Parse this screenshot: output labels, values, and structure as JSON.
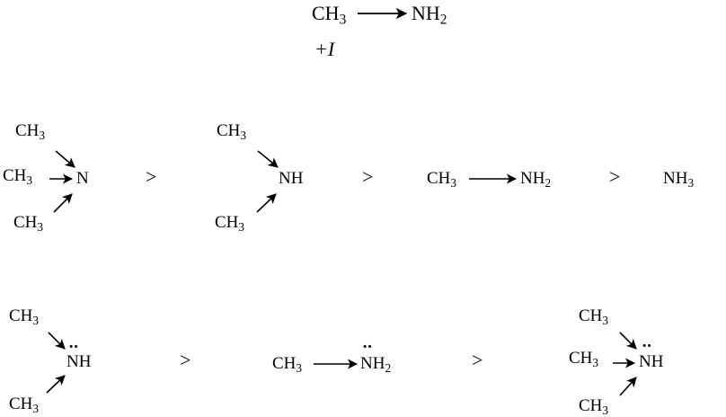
{
  "top": {
    "left_group": "CH",
    "left_sub": "3",
    "right_group": "NH",
    "right_sub": "2",
    "effect_label": "+I"
  },
  "row1": {
    "tertiary": {
      "g1": "CH",
      "g1_sub": "3",
      "g2": "CH",
      "g2_sub": "3",
      "g3": "CH",
      "g3_sub": "3",
      "center": "N"
    },
    "secondary": {
      "g1": "CH",
      "g1_sub": "3",
      "g2": "CH",
      "g2_sub": "3",
      "center": "NH"
    },
    "primary": {
      "group": "CH",
      "group_sub": "3",
      "amine": "NH",
      "amine_sub": "2"
    },
    "ammonia": {
      "text": "NH",
      "sub": "3"
    },
    "gt": ">"
  },
  "row2": {
    "secondary": {
      "g1": "CH",
      "g1_sub": "3",
      "g2": "CH",
      "g2_sub": "3",
      "center": "NH",
      "lone_pair": "··"
    },
    "primary": {
      "group": "CH",
      "group_sub": "3",
      "amine": "NH",
      "amine_sub": "2",
      "lone_pair": "··"
    },
    "tertiary": {
      "g1": "CH",
      "g1_sub": "3",
      "g2": "CH",
      "g2_sub": "3",
      "g3": "CH",
      "g3_sub": "3",
      "center": "NH",
      "lone_pair": "··"
    },
    "gt": ">"
  }
}
